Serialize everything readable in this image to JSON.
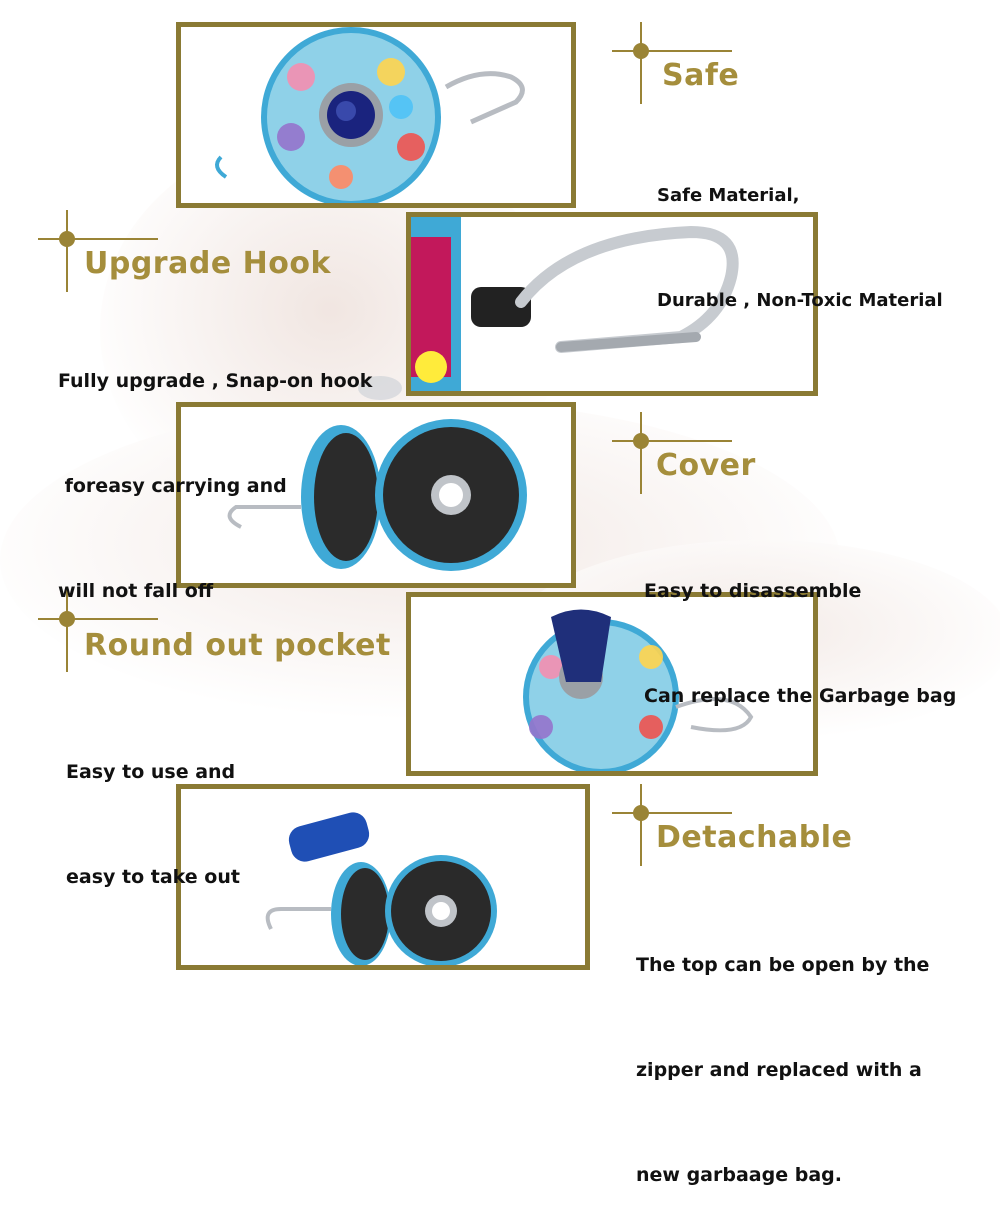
{
  "theme": {
    "accent": "#a58e3c",
    "frame": "#8a7a34",
    "text": "#111111",
    "bag_blue": "#1f4fb5",
    "case_blue": "#3fa9d6"
  },
  "sections": [
    {
      "heading": "Safe",
      "lines": [
        "Safe Material,",
        "Durable , Non-Toxic Material"
      ],
      "image": "closed-owl-dispenser-with-carabiner"
    },
    {
      "heading": "Upgrade Hook",
      "lines": [
        "Fully upgrade , Snap-on hook",
        " foreasy carrying and",
        "will not fall off"
      ],
      "image": "carabiner-hook-closeup"
    },
    {
      "heading": "Cover",
      "lines": [
        "Easy to disassemble",
        "Can replace the Garbage bag"
      ],
      "image": "open-dispenser-case"
    },
    {
      "heading": "Round out pocket",
      "lines": [
        "Easy to use and",
        "easy to take out"
      ],
      "image": "dispenser-with-bag-pulled-out"
    },
    {
      "heading": "Detachable",
      "lines": [
        "The top can be open by the",
        "zipper and replaced with a",
        "new garbaage bag."
      ],
      "image": "open-case-with-bag-roll"
    }
  ]
}
